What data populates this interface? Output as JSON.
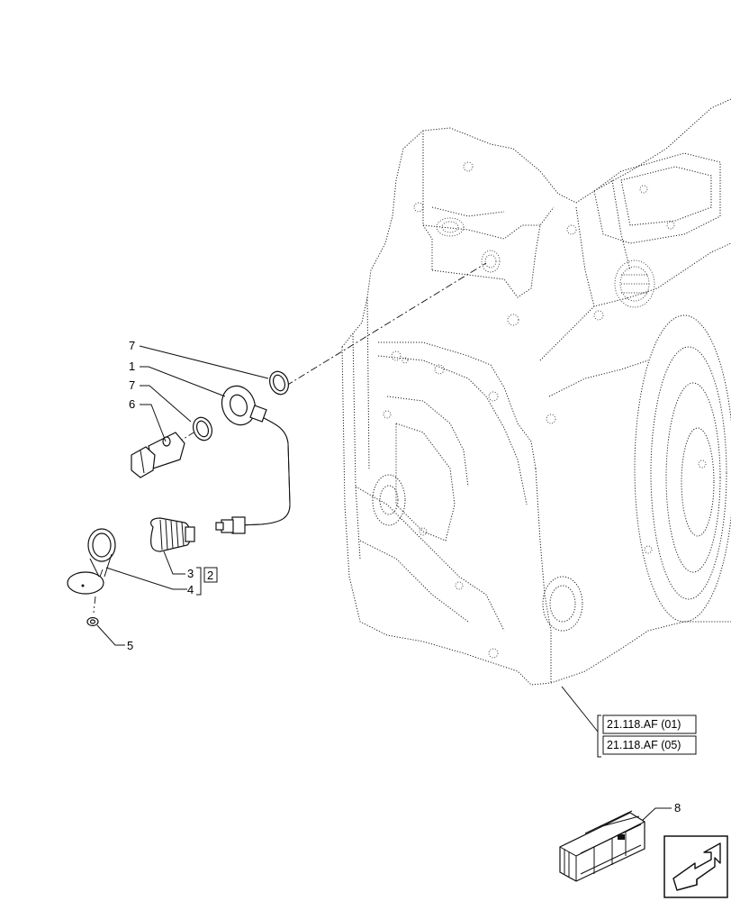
{
  "callouts": {
    "c7a": "7",
    "c1": "1",
    "c7b": "7",
    "c6": "6",
    "c3": "3",
    "c4": "4",
    "c5": "5",
    "c8": "8",
    "group_kit": "2"
  },
  "references": {
    "ref1": "21.118.AF (01)",
    "ref2": "21.118.AF (05)"
  },
  "icons": {
    "kit_box": "wooden-crate-icon",
    "nav": "arrow-turn-icon"
  }
}
